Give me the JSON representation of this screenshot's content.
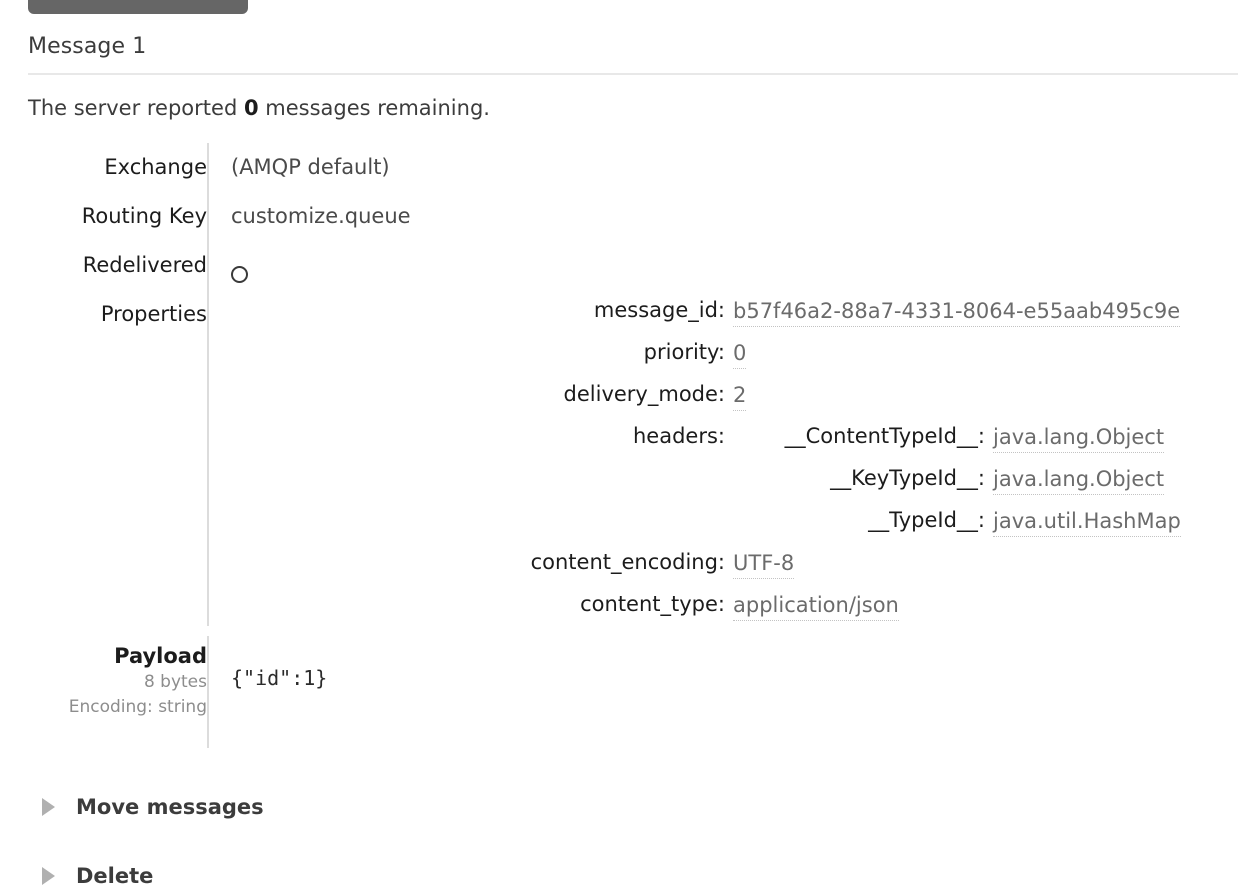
{
  "top_button": {
    "name": "action-button",
    "color": "#666666"
  },
  "heading": {
    "title": "Message 1"
  },
  "server_note": {
    "prefix": "The server reported ",
    "count": "0",
    "suffix": " messages remaining."
  },
  "fields": {
    "exchange_label": "Exchange",
    "exchange_value": "(AMQP default)",
    "routing_key_label": "Routing Key",
    "routing_key_value": "customize.queue",
    "redelivered_label": "Redelivered",
    "redelivered_icon": "circle-unchecked-icon",
    "redelivered_value": "○",
    "properties_label": "Properties",
    "payload_label": "Payload",
    "payload_size": "8 bytes",
    "payload_encoding": "Encoding: string",
    "payload_value": "{\"id\":1}"
  },
  "properties": [
    {
      "key": "message_id:",
      "value": "b57f46a2-88a7-4331-8064-e55aab495c9e"
    },
    {
      "key": "priority:",
      "value": "0"
    },
    {
      "key": "delivery_mode:",
      "value": "2"
    }
  ],
  "headers": {
    "key": "headers:",
    "items": [
      {
        "name": "__ContentTypeId__:",
        "value": "java.lang.Object"
      },
      {
        "name": "__KeyTypeId__:",
        "value": "java.lang.Object"
      },
      {
        "name": "__TypeId__:",
        "value": "java.util.HashMap"
      }
    ]
  },
  "properties_tail": [
    {
      "key": "content_encoding:",
      "value": "UTF-8"
    },
    {
      "key": "content_type:",
      "value": "application/json"
    }
  ],
  "sections": [
    {
      "label": "Move messages",
      "icon": "triangle-right-icon"
    },
    {
      "label": "Delete",
      "icon": "triangle-right-icon"
    }
  ]
}
